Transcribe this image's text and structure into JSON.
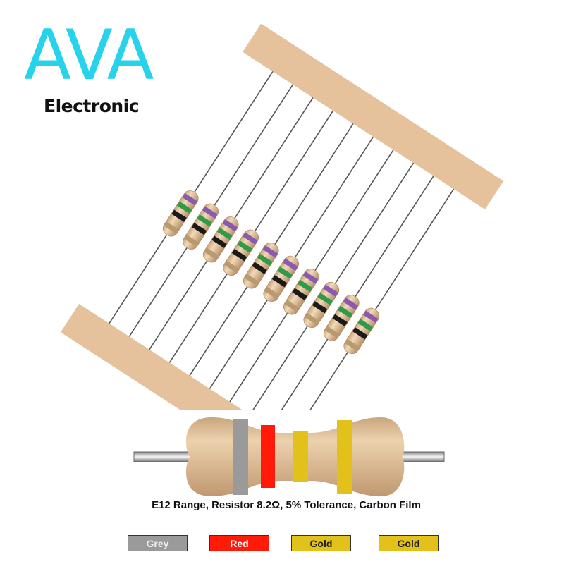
{
  "logo": {
    "brand": "AVA",
    "subtitle": "Electronic"
  },
  "caption": "E12 Range, Resistor 8.2Ω, 5% Tolerance, Carbon Film",
  "tape_resistor_count": 10,
  "colors": {
    "brand": "#27d3ea",
    "tape": "#e6c29c",
    "body": "#dcb88c"
  },
  "bands": [
    {
      "label": "Grey",
      "color": "#9a9a9a",
      "text_color": "#eeeeee"
    },
    {
      "label": "Red",
      "color": "#ff1a0a",
      "text_color": "#ffffff"
    },
    {
      "label": "Gold",
      "color": "#e2c21a",
      "text_color": "#222222"
    },
    {
      "label": "Gold",
      "color": "#e2c21a",
      "text_color": "#222222"
    }
  ]
}
